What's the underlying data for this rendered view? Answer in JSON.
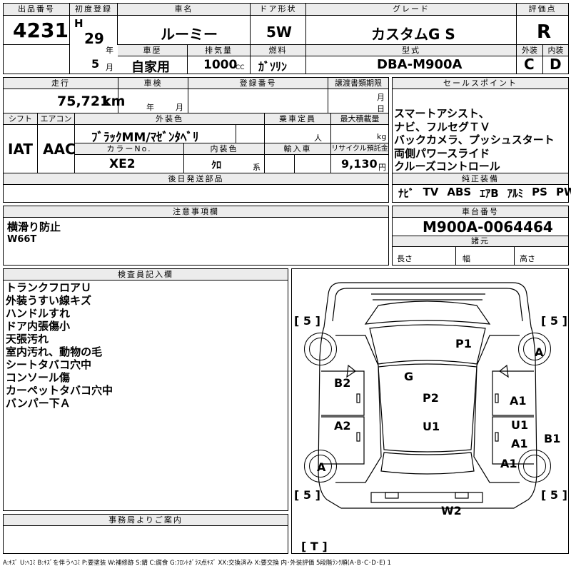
{
  "header": {
    "lot_label": "出品番号",
    "lot_number": "4231",
    "first_reg_label": "初度登録",
    "era": "H",
    "reg_year": "29",
    "year_unit": "年",
    "reg_month": "5",
    "month_unit": "月",
    "car_name_label": "車名",
    "car_name": "ルーミー",
    "history_label": "車歴",
    "history": "自家用",
    "displacement_label": "排気量",
    "displacement": "1000",
    "displacement_unit": "CC",
    "door_label": "ドア形状",
    "door": "5W",
    "fuel_label": "燃料",
    "fuel": "ｶﾞｿﾘﾝ",
    "grade_label": "グレード",
    "grade": "カスタムG S",
    "model_label": "型式",
    "model": "DBA-M900A",
    "rating_label": "評価点",
    "rating": "R",
    "exterior_label": "外装",
    "exterior": "C",
    "interior_label": "内装",
    "interior": "D"
  },
  "details": {
    "mileage_label": "走行",
    "mileage": "75,721",
    "mileage_unit": "km",
    "inspection_label": "車検",
    "insp_year_unit": "年",
    "insp_month_unit": "月",
    "reg_no_label": "登録番号",
    "transfer_label": "譲渡書類期限",
    "transfer_month_unit": "月",
    "transfer_day_unit": "日",
    "shift_label": "シフト",
    "shift": "IAT",
    "ac_label": "エアコン",
    "ac": "AAC",
    "ext_color_label": "外装色",
    "ext_color": "ﾌﾞﾗｯｸMM/ﾏｾﾞﾝﾀﾍﾞﾘ",
    "capacity_label": "乗車定員",
    "capacity_unit": "人",
    "load_label": "最大積載量",
    "load_unit": "kg",
    "color_no_label": "カラーNo.",
    "color_no": "XE2",
    "int_color_label": "内装色",
    "int_color": "ｸﾛ",
    "int_color_unit": "系",
    "import_label": "輸入車",
    "recycle_label": "リサイクル預託金",
    "recycle": "9,130",
    "recycle_unit": "円",
    "later_parts_label": "後日発送部品"
  },
  "sales_points": {
    "label": "セールスポイント",
    "items": [
      "スマートアシスト、",
      "ナビ、フルセグＴＶ",
      "バックカメラ、プッシュスタート",
      "両側パワースライド",
      "クルーズコントロール"
    ]
  },
  "equipment": {
    "label": "純正装備",
    "items": [
      "ﾅﾋﾞ",
      "TV",
      "ABS",
      "ｴｱB",
      "ｱﾙﾐ",
      "PS",
      "PW"
    ]
  },
  "caution": {
    "label": "注意事項欄",
    "lines": [
      "横滑り防止",
      "W66T"
    ]
  },
  "chassis": {
    "label": "車台番号",
    "number": "M900A-0064464",
    "specs_label": "諸元",
    "length_label": "長さ",
    "width_label": "幅",
    "height_label": "高さ"
  },
  "inspector": {
    "label": "検査員記入欄",
    "lines": [
      "トランクフロアＵ",
      "外装うすい線キズ",
      "ハンドルすれ",
      "ドア内張傷小",
      "天張汚れ",
      "室内汚れ、動物の毛",
      "シートタバコ穴中",
      "コンソール傷",
      "カーペットタバコ穴中",
      "バンパー下Ａ"
    ]
  },
  "office": {
    "label": "事務局よりご案内"
  },
  "diagram": {
    "tire_fl": "[ 5 ]",
    "tire_fr": "[ 5 ]",
    "tire_rl": "[ 5 ]",
    "tire_rr": "[ 5 ]",
    "spare": "[ T ]",
    "marks": {
      "p1": "P1",
      "a_front_right": "A",
      "g": "G",
      "b2": "B2",
      "p2": "P2",
      "a1_right_front": "A1",
      "a2": "A2",
      "u1_center": "U1",
      "u1_right": "U1",
      "a1_right_mid": "A1",
      "b1": "B1",
      "a_rear_left": "A",
      "a1_rear_right": "A1",
      "w2": "W2"
    }
  },
  "legend": "A:ｷｽﾞ U:ﾍｺﾐ B:ｷｽﾞを伴うﾍｺﾐ P:要塗装 W:補修跡 S:錆 C:腐食 G:ﾌﾛﾝﾄｶﾞﾗｽ点ｷｽﾞ XX:交換済み X:要交換 内･外装評価 5段階ﾗﾝｸ順(A･B･C･D･E) 1"
}
